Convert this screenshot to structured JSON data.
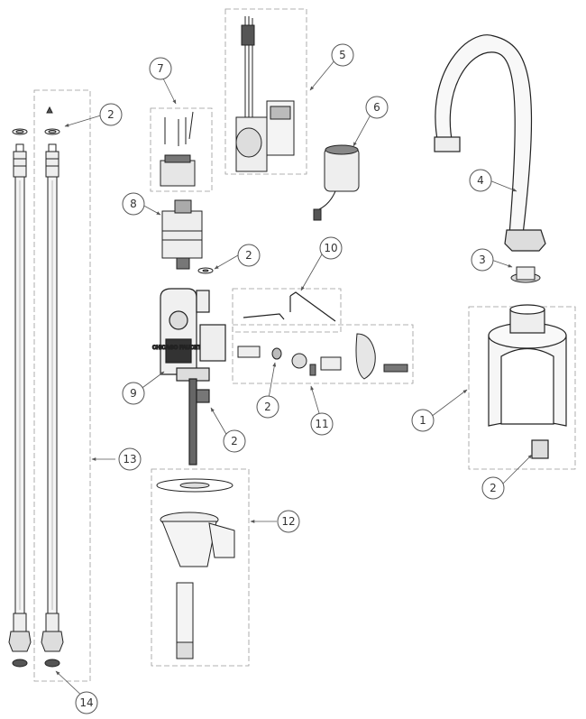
{
  "diagram": {
    "brand_logo": "CHICAGO FAUCETS",
    "callouts": [
      {
        "id": "c1",
        "label": "1"
      },
      {
        "id": "c2a",
        "label": "2"
      },
      {
        "id": "c2b",
        "label": "2"
      },
      {
        "id": "c2c",
        "label": "2"
      },
      {
        "id": "c2d",
        "label": "2"
      },
      {
        "id": "c2e",
        "label": "2"
      },
      {
        "id": "c3",
        "label": "3"
      },
      {
        "id": "c4",
        "label": "4"
      },
      {
        "id": "c5",
        "label": "5"
      },
      {
        "id": "c6",
        "label": "6"
      },
      {
        "id": "c7",
        "label": "7"
      },
      {
        "id": "c8",
        "label": "8"
      },
      {
        "id": "c9",
        "label": "9"
      },
      {
        "id": "c10",
        "label": "10"
      },
      {
        "id": "c11",
        "label": "11"
      },
      {
        "id": "c12",
        "label": "12"
      },
      {
        "id": "c13",
        "label": "13"
      },
      {
        "id": "c14",
        "label": "14"
      }
    ]
  }
}
